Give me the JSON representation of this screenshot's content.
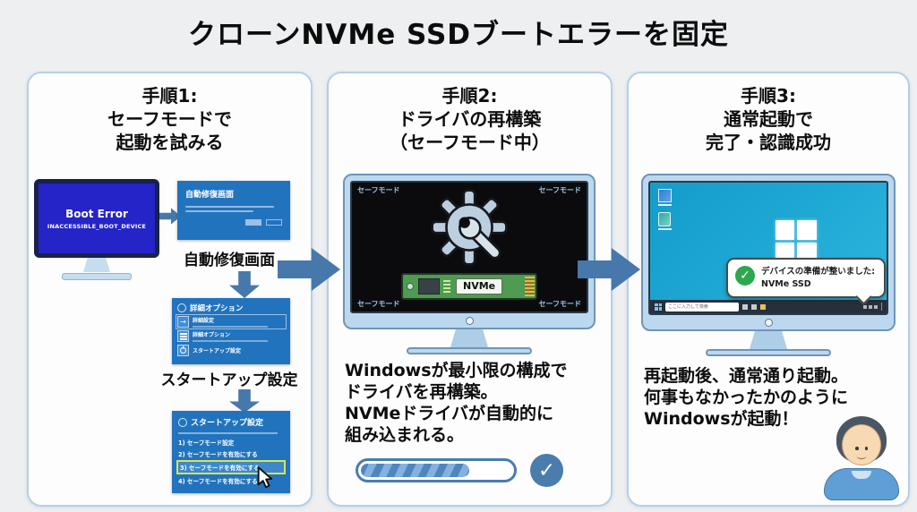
{
  "title": "クローンNVMe SSDブートエラーを固定",
  "icons": {
    "check": "✓",
    "arrow_right": "→"
  },
  "colors": {
    "accent_arrow_blue": "#4678ac",
    "panel_border_blue": "#b5cfe6",
    "boot_error_screen_blue": "#2424c8",
    "windows_recovery_blue": "#2273be",
    "highlight_yellow": "#dbe34c",
    "success_green": "#2ea84e",
    "desktop_teal": "#1fa9d5",
    "nvme_board_green": "#4e9b51"
  },
  "step1": {
    "heading": [
      "手順1:",
      "セーフモードで",
      "起動を試みる"
    ],
    "boot_error_screen": {
      "title": "Boot Error",
      "code": "INACCESSIBLE_BOOT_DEVICE"
    },
    "auto_repair_screen": {
      "title": "自動修復画面"
    },
    "auto_repair_caption": "自動修復画面",
    "advanced_options_screen": {
      "title": "詳細オプション",
      "tiles": [
        {
          "label": "詳細設定"
        },
        {
          "label": "詳細オプション"
        },
        {
          "label": "スタートアップ設定"
        }
      ]
    },
    "startup_settings_caption": "スタートアップ設定",
    "startup_settings_screen": {
      "title": "スタートアップ設定",
      "items": [
        "1) セーフモード設定",
        "2) セーフモードを有効にする",
        "3) セーフモードを有効にする",
        "4) セーフモードを有効にする"
      ],
      "highlighted_item_index": 2
    }
  },
  "step2": {
    "heading": [
      "手順2:",
      "ドライバの再構築",
      "（セーフモード中）"
    ],
    "safe_mode_corner_label": "セーフモード",
    "nvme_label": "NVMe",
    "description": [
      "Windowsが最小限の構成で",
      "ドライバを再構築。",
      "NVMeドライバが自動的に",
      "組み込まれる。"
    ],
    "progress_percent": 72
  },
  "step3": {
    "heading": [
      "手順3:",
      "通常起動で",
      "完了・認識成功"
    ],
    "notification": {
      "line1": "デバイスの準備が整いました:",
      "line2": "NVMe SSD"
    },
    "taskbar_search_text": "ここに入力して検索",
    "description": [
      "再起動後、通常通り起動。",
      "何事もなかったかのように",
      "Windowsが起動！"
    ]
  }
}
